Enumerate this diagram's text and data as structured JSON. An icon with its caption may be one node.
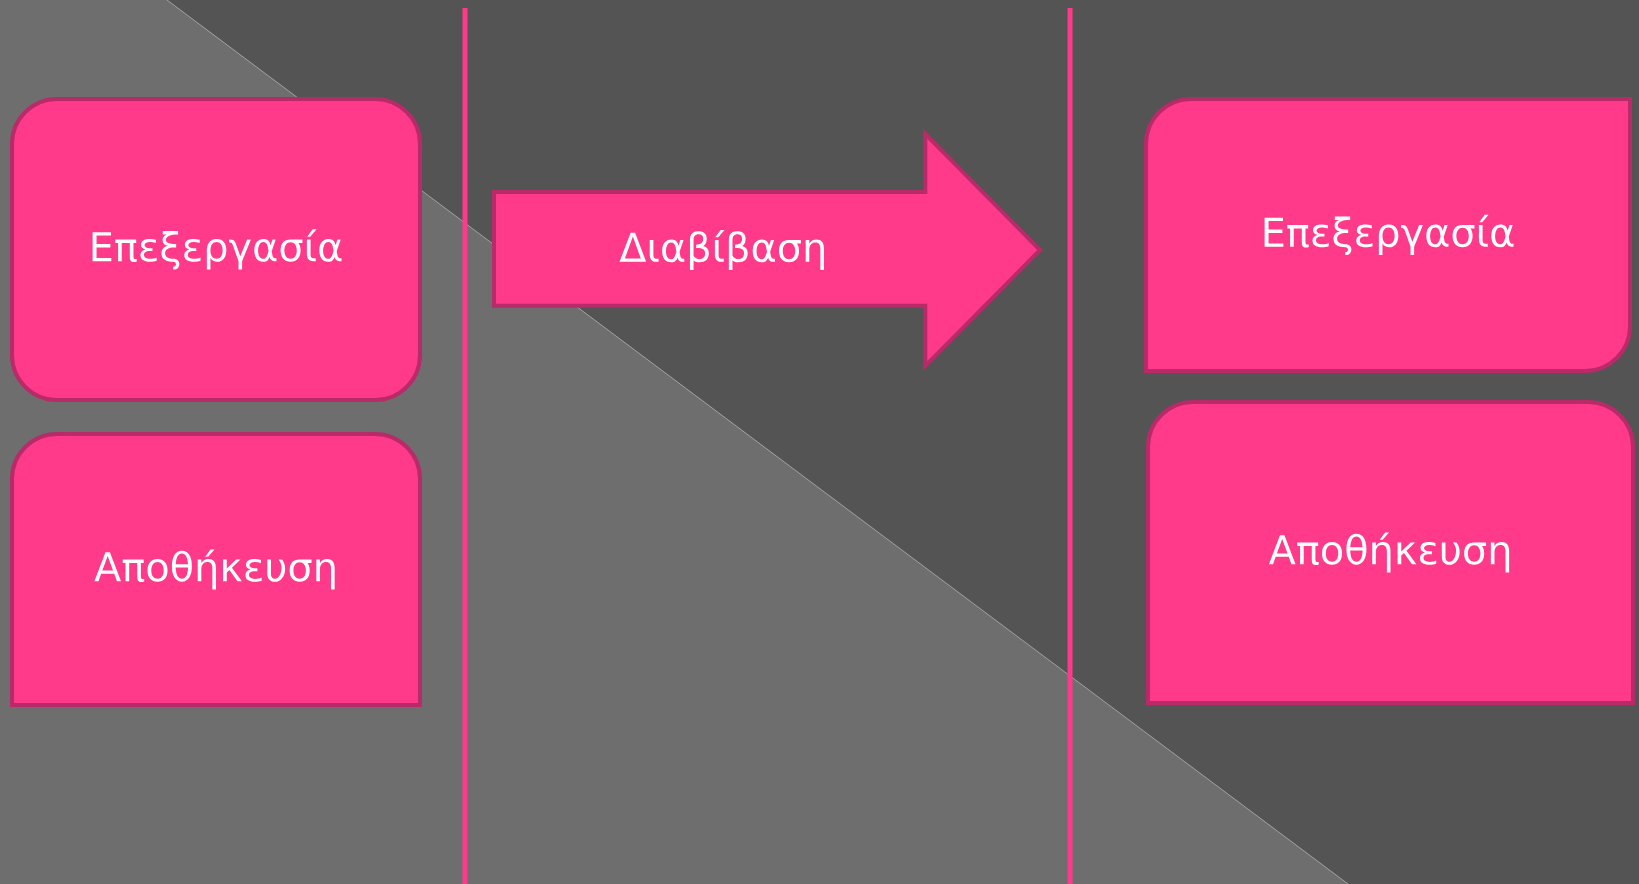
{
  "diagram": {
    "nodes": [
      {
        "text": [
          "Επεξεργασία"
        ]
      },
      {
        "text": [
          "Αποθήκευση"
        ]
      },
      {
        "text": [
          "Διαβίβαση"
        ]
      },
      {
        "text": [
          "Επεξεργασία"
        ]
      },
      {
        "text": [
          "Αποθήκευση"
        ]
      }
    ]
  }
}
